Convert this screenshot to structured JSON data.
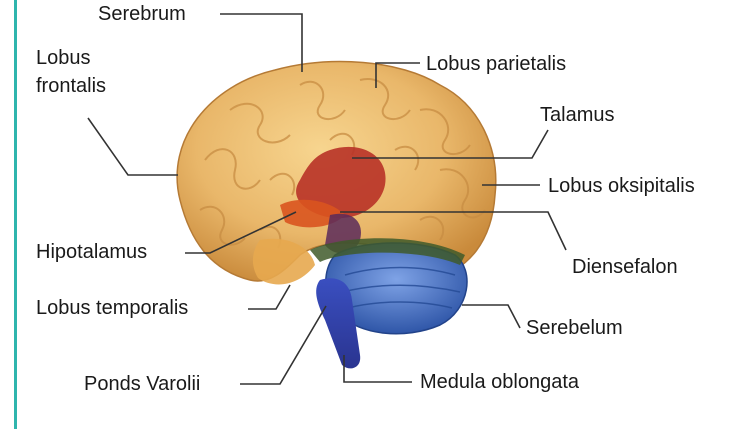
{
  "labels": {
    "serebrum": "Serebrum",
    "lobus_frontalis_1": "Lobus",
    "lobus_frontalis_2": "frontalis",
    "lobus_parietalis": "Lobus parietalis",
    "talamus": "Talamus",
    "lobus_oksipitalis": "Lobus oksipitalis",
    "hipotalamus": "Hipotalamus",
    "diensefalon": "Diensefalon",
    "lobus_temporalis": "Lobus temporalis",
    "serebelum": "Serebelum",
    "ponds_varolii": "Ponds Varolii",
    "medula_oblongata": "Medula oblongata"
  },
  "colors": {
    "accent_bar": "#2fb5ad",
    "cerebrum": "#e8b76a",
    "diencephalon": "#c0392b",
    "cerebellum": "#4a78c8",
    "brainstem": "#3a4db5",
    "leader_lines": "#333333"
  }
}
